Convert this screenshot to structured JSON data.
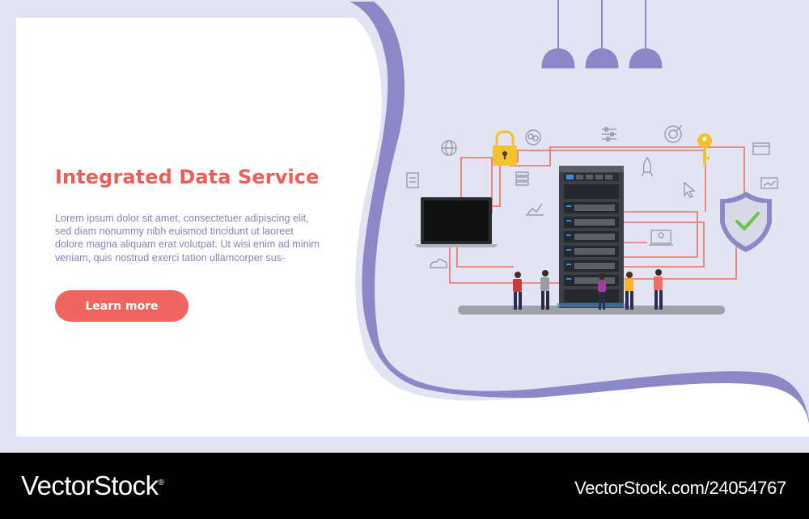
{
  "hero": {
    "title": "Integrated Data Service",
    "body": "Lorem ipsum dolor sit amet, consectetuer adipiscing elit, sed diam nonummy nibh euismod tincidunt ut laoreet dolore magna aliquam erat volutpat. Ut wisi enim ad minim veniam, quis nostrud exerci tation ullamcorper sus-",
    "cta_label": "Learn more"
  },
  "footer": {
    "brand": "VectorStock",
    "registered_mark": "®",
    "image_id": "VectorStock.com/24054767"
  },
  "illustration": {
    "icons": [
      "globe-icon",
      "padlock-icon",
      "brain-icon",
      "sliders-icon",
      "target-icon",
      "key-icon",
      "code-window-icon",
      "document-icon",
      "server-stack-icon",
      "chart-icon",
      "rocket-icon",
      "cursor-click-icon",
      "monitor-icon",
      "cloud-icon",
      "user-card-icon",
      "shield-check-icon",
      "laptop-icon",
      "data-center-rack",
      "ceiling-lamp-icon"
    ]
  },
  "colors": {
    "accent": "#ee5d56",
    "button": "#f06560",
    "body_text": "#8782b8",
    "purple_wave": "#8c88c8",
    "background": "#e3e4f3",
    "panel": "#ffffff",
    "footer": "#000000"
  }
}
